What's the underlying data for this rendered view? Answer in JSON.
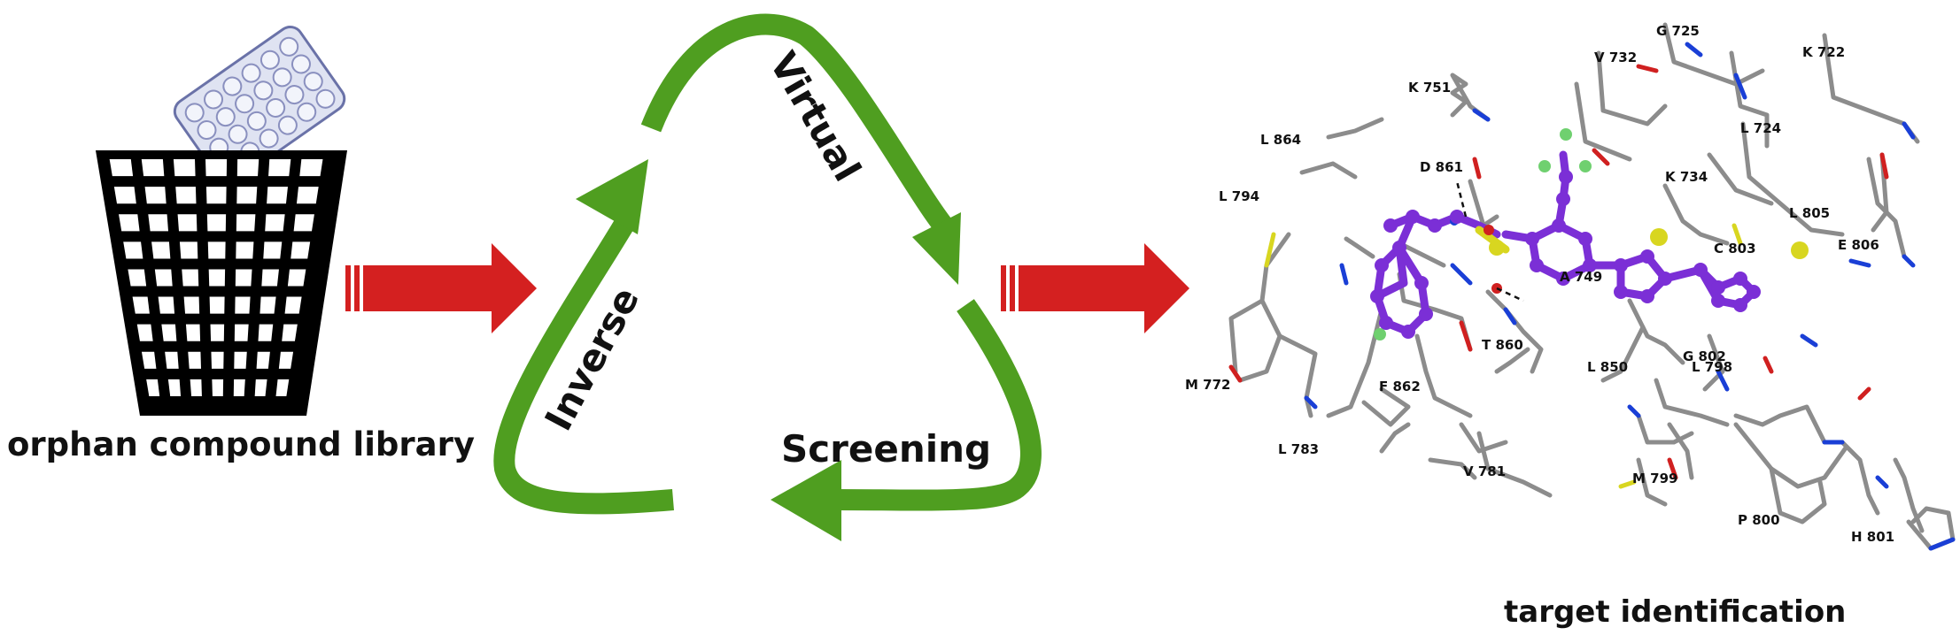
{
  "left_caption": "orphan compound library",
  "right_caption": "target identification",
  "cycle": {
    "label_top": "Virtual",
    "label_right": "Screening",
    "label_left": "Inverse"
  },
  "residues": [
    "G 725",
    "K 722",
    "V 732",
    "K 751",
    "L 724",
    "L 864",
    "D 861",
    "K 734",
    "L 794",
    "L 805",
    "E 806",
    "C 803",
    "A 749",
    "T 860",
    "L 850",
    "L 798",
    "G 802",
    "M 772",
    "F 862",
    "L 783",
    "V 781",
    "M 799",
    "P 800",
    "H 801"
  ],
  "colors": {
    "arrow_red": "#d42020",
    "cycle_green": "#4f9e20",
    "ligand": "#7b2fd6",
    "protein": "#8c8c8c",
    "nitrogen": "#1a3fd6",
    "oxygen": "#d02020",
    "sulfur": "#d8d620",
    "fluorine": "#6fd06f"
  }
}
